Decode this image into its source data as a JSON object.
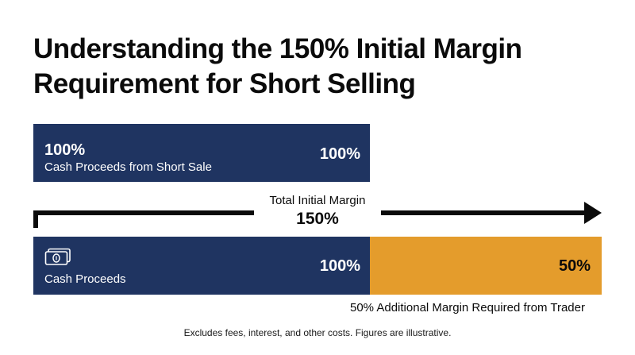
{
  "title": "Understanding the 150% Initial Margin Requirement for Short Selling",
  "top_bar": {
    "left_value": "100%",
    "left_label": "Cash Proceeds from Short Sale",
    "right_value": "100%"
  },
  "total_margin": {
    "label": "Total Initial Margin",
    "value": "150%"
  },
  "bottom_bar": {
    "icon": "cash-icon",
    "left_label": "Cash Proceeds",
    "left_value": "100%",
    "right_value": "50%"
  },
  "additional_note": "50% Additional Margin Required from Trader",
  "footnote": "Excludes fees, interest, and other costs. Figures are illustrative.",
  "colors": {
    "navy": "#1f3461",
    "orange": "#e49c2c",
    "text": "#0b0b0b"
  }
}
